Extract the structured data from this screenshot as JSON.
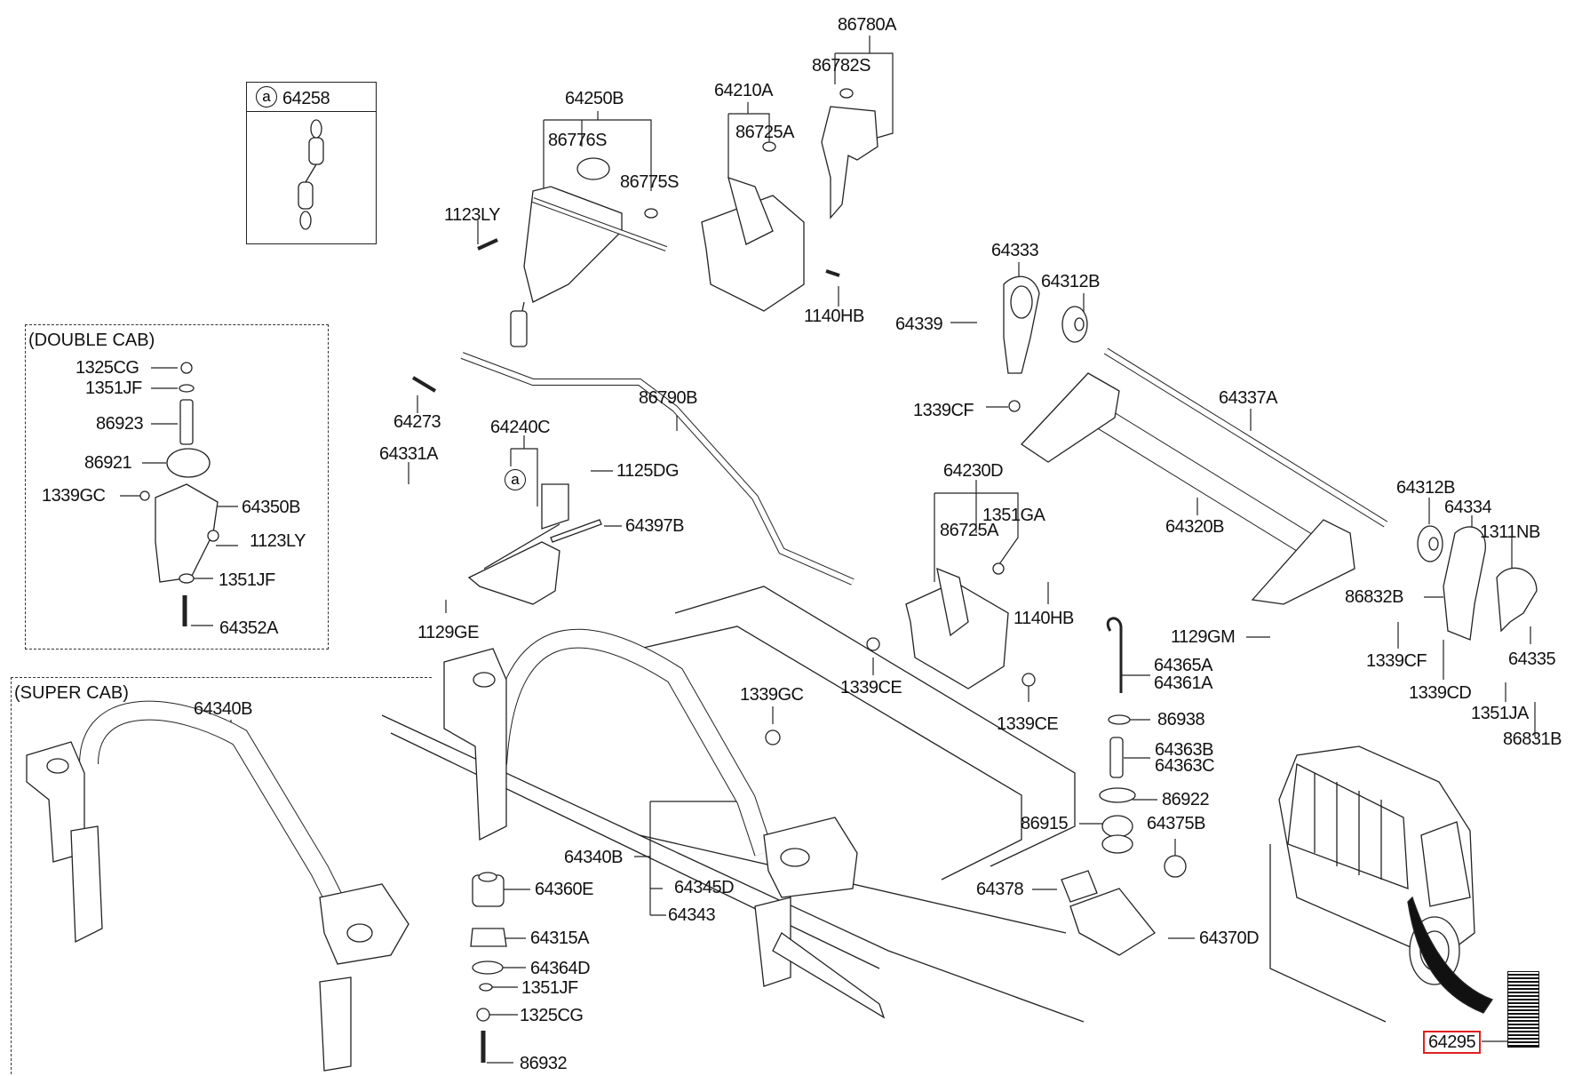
{
  "diagram": {
    "title": "Hood / Latch / Cab Mount Exploded Parts Diagram",
    "inset_box": {
      "marker": "a",
      "part_number": "64258"
    },
    "sections": {
      "double_cab": "(DOUBLE CAB)",
      "super_cab": "(SUPER CAB)"
    },
    "highlighted_part": "64295",
    "highlight_color": "#e02020",
    "callout_marker": "a",
    "labels": [
      {
        "id": "86780A",
        "text": "86780A"
      },
      {
        "id": "86782S",
        "text": "86782S"
      },
      {
        "id": "64250B",
        "text": "64250B"
      },
      {
        "id": "64210A",
        "text": "64210A"
      },
      {
        "id": "86776S",
        "text": "86776S"
      },
      {
        "id": "86725A_top",
        "text": "86725A"
      },
      {
        "id": "86775S",
        "text": "86775S"
      },
      {
        "id": "1123LY_top",
        "text": "1123LY"
      },
      {
        "id": "1140HB_top",
        "text": "1140HB"
      },
      {
        "id": "64333",
        "text": "64333"
      },
      {
        "id": "64312B_top",
        "text": "64312B"
      },
      {
        "id": "64339",
        "text": "64339"
      },
      {
        "id": "1339CF_top",
        "text": "1339CF"
      },
      {
        "id": "64337A",
        "text": "64337A"
      },
      {
        "id": "64273",
        "text": "64273"
      },
      {
        "id": "86790B",
        "text": "86790B"
      },
      {
        "id": "64240C",
        "text": "64240C"
      },
      {
        "id": "64331A",
        "text": "64331A"
      },
      {
        "id": "1125DG",
        "text": "1125DG"
      },
      {
        "id": "64397B",
        "text": "64397B"
      },
      {
        "id": "1129GE",
        "text": "1129GE"
      },
      {
        "id": "64230D",
        "text": "64230D"
      },
      {
        "id": "1351GA",
        "text": "1351GA"
      },
      {
        "id": "86725A_mid",
        "text": "86725A"
      },
      {
        "id": "1140HB_mid",
        "text": "1140HB"
      },
      {
        "id": "1339CE_left",
        "text": "1339CE"
      },
      {
        "id": "1339CE_right",
        "text": "1339CE"
      },
      {
        "id": "64320B",
        "text": "64320B"
      },
      {
        "id": "64312B_right",
        "text": "64312B"
      },
      {
        "id": "64334",
        "text": "64334"
      },
      {
        "id": "1311NB",
        "text": "1311NB"
      },
      {
        "id": "86832B",
        "text": "86832B"
      },
      {
        "id": "1129GM",
        "text": "1129GM"
      },
      {
        "id": "1339CF_right",
        "text": "1339CF"
      },
      {
        "id": "64335",
        "text": "64335"
      },
      {
        "id": "1339CD",
        "text": "1339CD"
      },
      {
        "id": "1351JA",
        "text": "1351JA"
      },
      {
        "id": "86831B",
        "text": "86831B"
      },
      {
        "id": "64365A",
        "text": "64365A"
      },
      {
        "id": "64361A",
        "text": "64361A"
      },
      {
        "id": "86938",
        "text": "86938"
      },
      {
        "id": "64363B",
        "text": "64363B"
      },
      {
        "id": "64363C",
        "text": "64363C"
      },
      {
        "id": "86922",
        "text": "86922"
      },
      {
        "id": "86915",
        "text": "86915"
      },
      {
        "id": "64375B",
        "text": "64375B"
      },
      {
        "id": "64378",
        "text": "64378"
      },
      {
        "id": "64370D",
        "text": "64370D"
      },
      {
        "id": "1339GC_mid",
        "text": "1339GC"
      },
      {
        "id": "64340B_mid",
        "text": "64340B"
      },
      {
        "id": "64345D",
        "text": "64345D"
      },
      {
        "id": "64343",
        "text": "64343"
      },
      {
        "id": "64360E",
        "text": "64360E"
      },
      {
        "id": "64315A",
        "text": "64315A"
      },
      {
        "id": "64364D",
        "text": "64364D"
      },
      {
        "id": "1351JF_bottom",
        "text": "1351JF"
      },
      {
        "id": "1325CG_bottom",
        "text": "1325CG"
      },
      {
        "id": "86932",
        "text": "86932"
      },
      {
        "id": "1325CG_dc",
        "text": "1325CG"
      },
      {
        "id": "1351JF_dc1",
        "text": "1351JF"
      },
      {
        "id": "86923",
        "text": "86923"
      },
      {
        "id": "86921",
        "text": "86921"
      },
      {
        "id": "1339GC_dc",
        "text": "1339GC"
      },
      {
        "id": "64350B",
        "text": "64350B"
      },
      {
        "id": "1123LY_dc",
        "text": "1123LY"
      },
      {
        "id": "1351JF_dc2",
        "text": "1351JF"
      },
      {
        "id": "64352A",
        "text": "64352A"
      },
      {
        "id": "64340B_sc",
        "text": "64340B"
      },
      {
        "id": "64295",
        "text": "64295"
      }
    ]
  }
}
